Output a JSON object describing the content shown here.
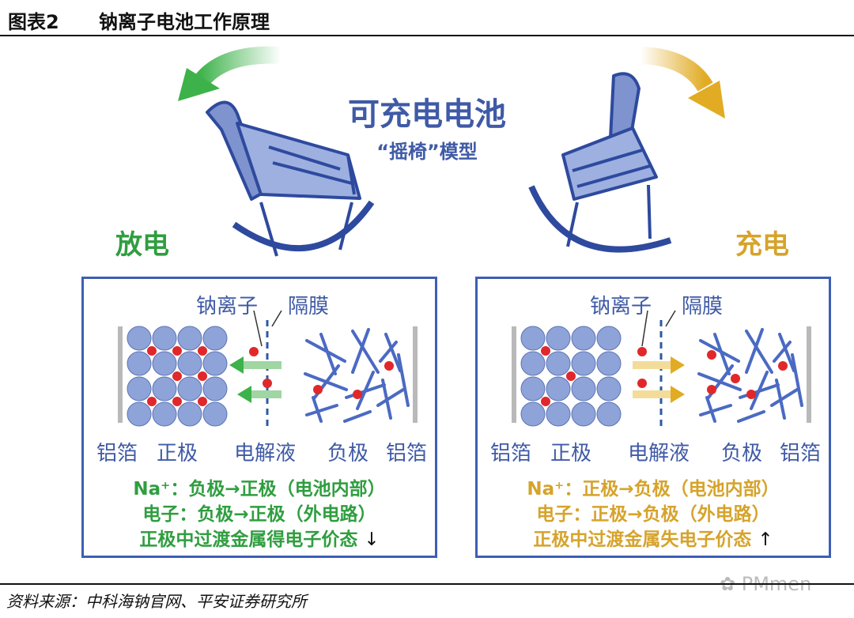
{
  "header": {
    "figure_label": "图表2",
    "title": "钠离子电池工作原理"
  },
  "center": {
    "title": "可充电电池",
    "subtitle": "“摇椅”模型"
  },
  "modes": {
    "discharge": "放电",
    "charge": "充电"
  },
  "colors": {
    "discharge": "#2f9e3f",
    "charge": "#d6a32b",
    "blue": "#3f5aa6",
    "ion": "#e0282b"
  },
  "panels": {
    "discharge": {
      "ion_label": "钠离子",
      "separator_label": "隔膜",
      "bottom_labels": {
        "foil_left": "铝箔",
        "cathode": "正极",
        "electrolyte": "电解液",
        "anode": "负极",
        "foil_right": "铝箔"
      },
      "lines": [
        "Na⁺：负极→正极（电池内部）",
        "电子：负极→正极（外电路）",
        "正极中过渡金属得电子价态"
      ],
      "trend_arrow": "↓"
    },
    "charge": {
      "ion_label": "钠离子",
      "separator_label": "隔膜",
      "bottom_labels": {
        "foil_left": "铝箔",
        "cathode": "正极",
        "electrolyte": "电解液",
        "anode": "负极",
        "foil_right": "铝箔"
      },
      "lines": [
        "Na⁺：正极→负极（电池内部）",
        "电子：正极→负极（外电路）",
        "正极中过渡金属失电子价态"
      ],
      "trend_arrow": "↑"
    }
  },
  "source": "资料来源：中科海钠官网、平安证券研究所",
  "watermark": "PMmen"
}
